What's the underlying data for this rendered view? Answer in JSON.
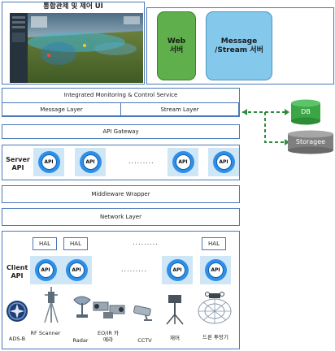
{
  "top_panel": {
    "title": "통합관제 및 제어 UI"
  },
  "servers": {
    "web": "Web 서버",
    "message": "Message /Stream 서버"
  },
  "integrated": {
    "title": "Integrated Monitoring  & Control Service",
    "message_layer": "Message Layer",
    "stream_layer": "Stream Layer"
  },
  "api_gateway": "API Gateway",
  "server_api": {
    "label": "Server API",
    "api_text": "API",
    "dots": "........."
  },
  "middleware": "Middleware  Wrapper",
  "network": "Network  Layer",
  "client_api": {
    "label": "Client API",
    "hal_text": "HAL",
    "api_text": "API",
    "dots": "........."
  },
  "storage": {
    "db": "DB",
    "storagee": "Storagee"
  },
  "devices": [
    "ADS-B",
    "RF Scanner",
    "Radar",
    "EO/IR 카메라",
    "CCTV",
    "재머",
    "드론 투망기"
  ],
  "colors": {
    "frame": "#4a78b8",
    "web_server": "#5faf4c",
    "message_server": "#84c8ec",
    "db": "#3aa646",
    "storage": "#7f7f7f",
    "api": "#2f8ee6"
  }
}
